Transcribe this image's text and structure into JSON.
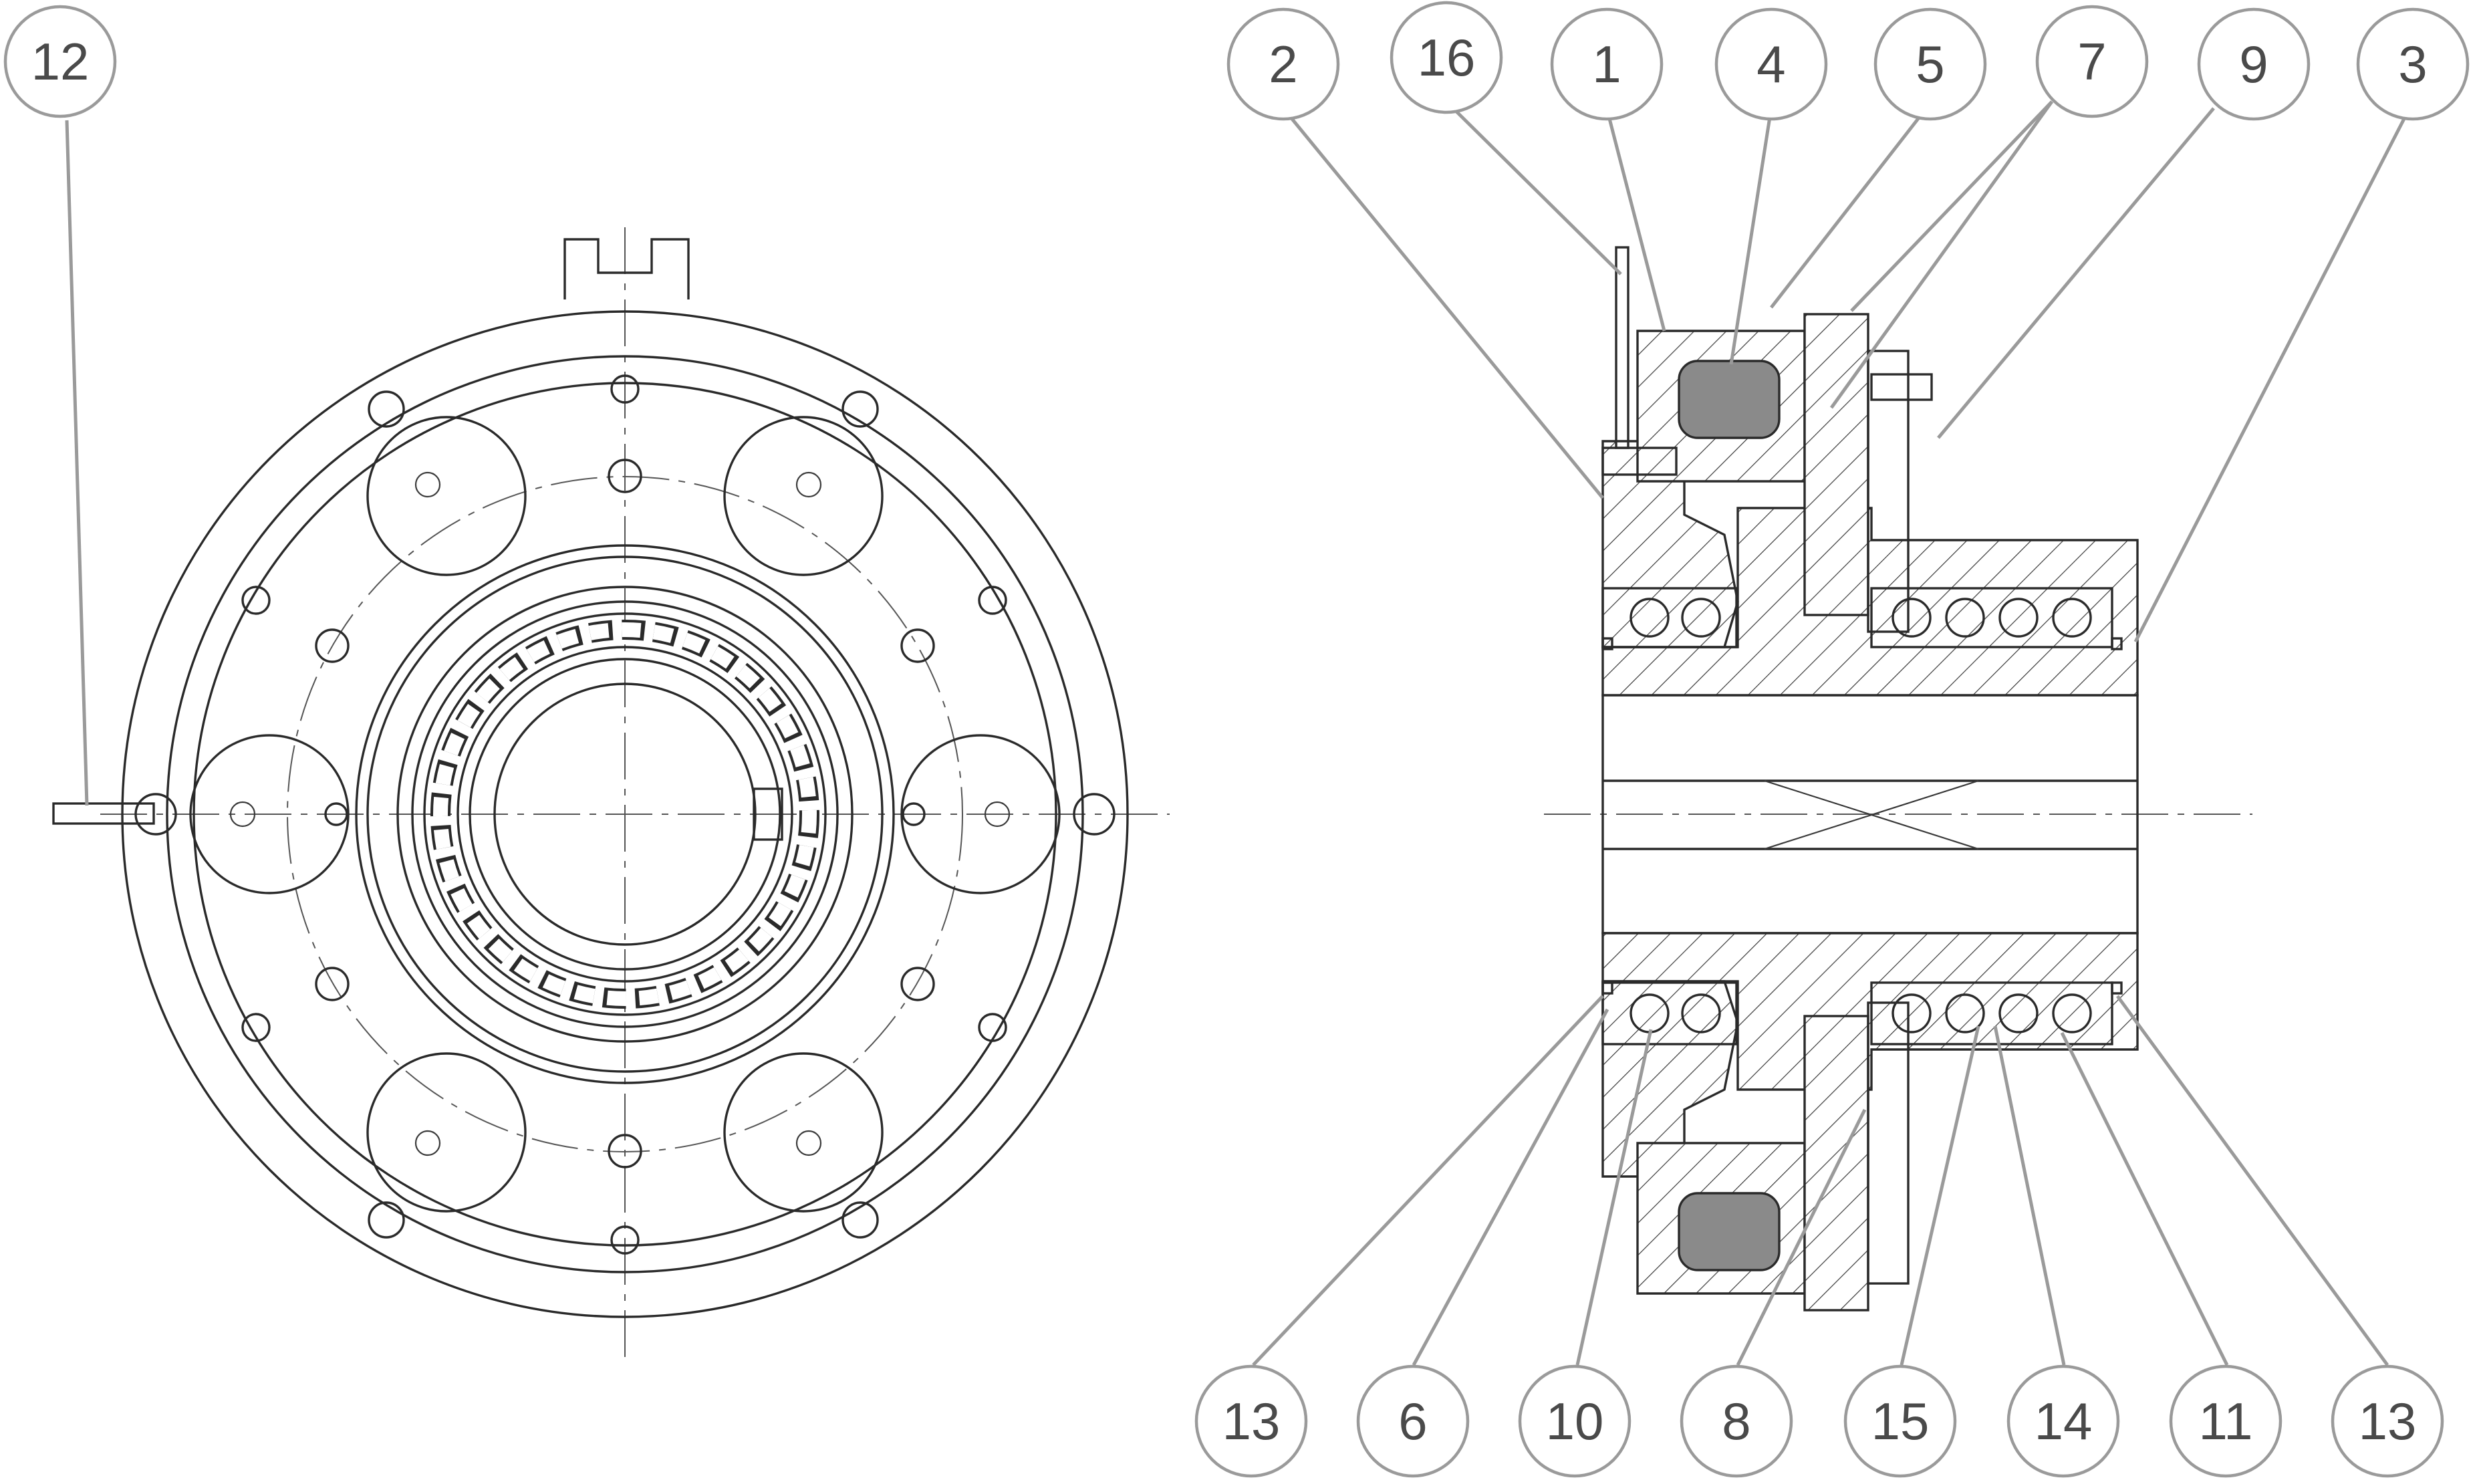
{
  "callouts": {
    "front_view": [
      {
        "label": "12"
      }
    ],
    "section_top": [
      {
        "label": "2"
      },
      {
        "label": "16"
      },
      {
        "label": "1"
      },
      {
        "label": "4"
      },
      {
        "label": "5"
      },
      {
        "label": "7"
      },
      {
        "label": "9"
      },
      {
        "label": "3"
      }
    ],
    "section_bottom": [
      {
        "label": "13"
      },
      {
        "label": "6"
      },
      {
        "label": "10"
      },
      {
        "label": "8"
      },
      {
        "label": "15"
      },
      {
        "label": "14"
      },
      {
        "label": "11"
      },
      {
        "label": "13"
      }
    ]
  },
  "colors": {
    "balloon_stroke": "#9a9a9a",
    "balloon_text": "#4a4a4a",
    "line": "#2a2a2a",
    "coil": "#8a8a8a"
  }
}
